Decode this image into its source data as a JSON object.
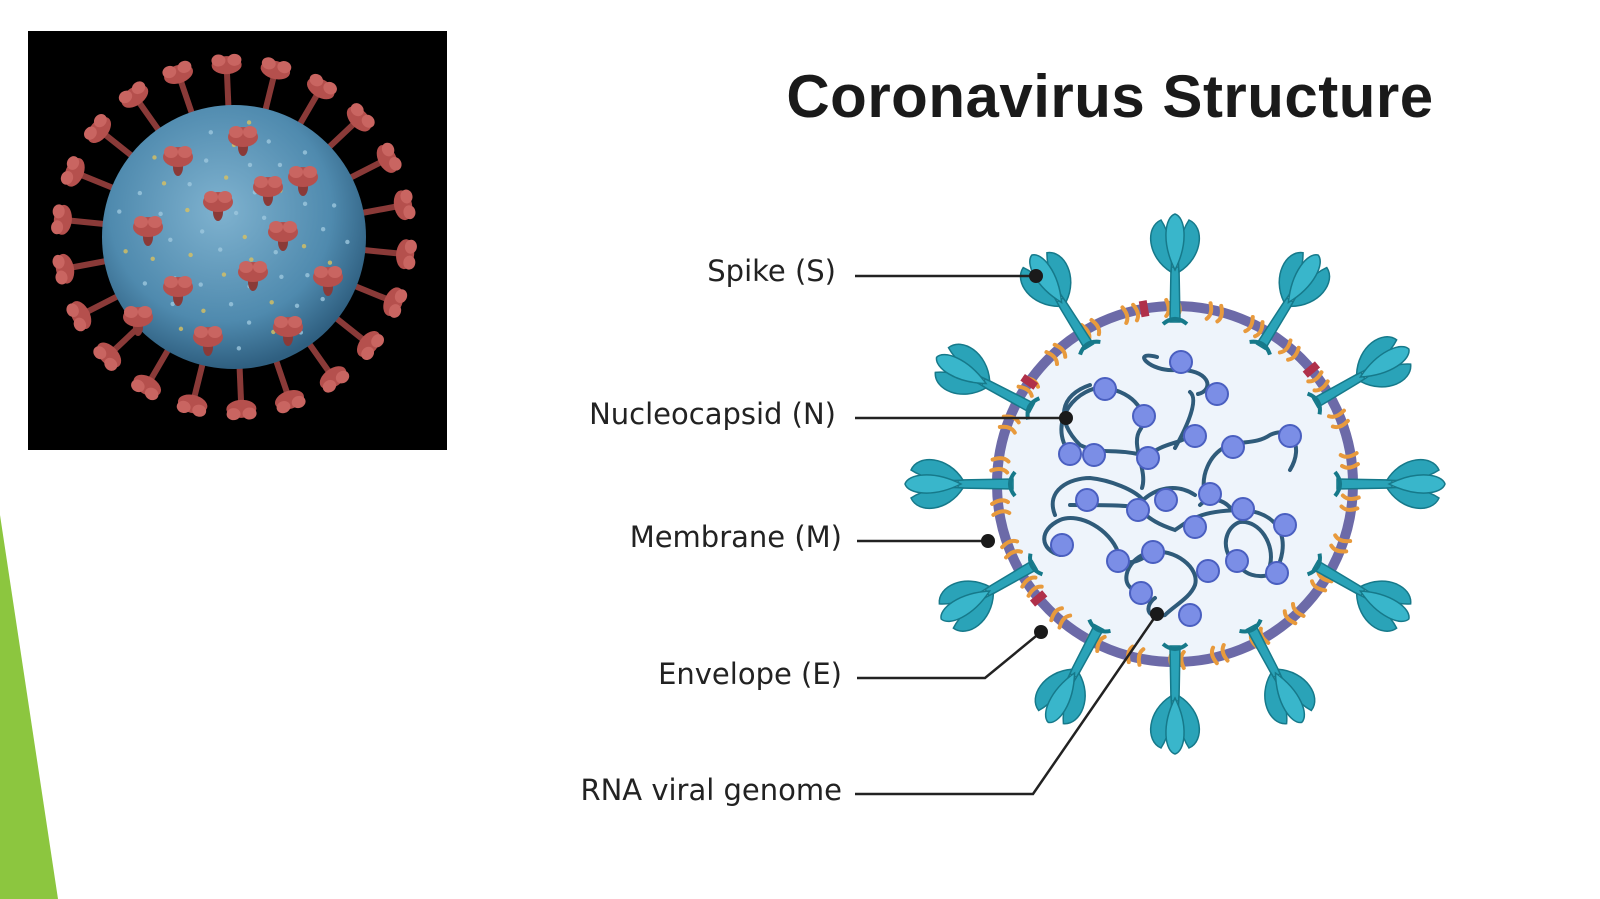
{
  "slide": {
    "title": "Coronavirus Structure"
  },
  "diagram": {
    "labels": [
      {
        "id": "spike",
        "text": "Spike (S)"
      },
      {
        "id": "nucleocapsid",
        "text": "Nucleocapsid (N)"
      },
      {
        "id": "membrane",
        "text": "Membrane (M)"
      },
      {
        "id": "envelope",
        "text": "Envelope (E)"
      },
      {
        "id": "rna",
        "text": "RNA viral genome"
      }
    ]
  },
  "colors": {
    "accent_green": "#8cc63f",
    "spike_teal": "#2aa3b8",
    "membrane_purple": "#6c6aa8",
    "nucleocapsid_blue": "#7b8ee6",
    "envelope_orange": "#e89a3c",
    "interior_fill": "#eef4fb",
    "photo_spike_red": "#b5504d",
    "photo_body_blue": "#5a93b8"
  }
}
